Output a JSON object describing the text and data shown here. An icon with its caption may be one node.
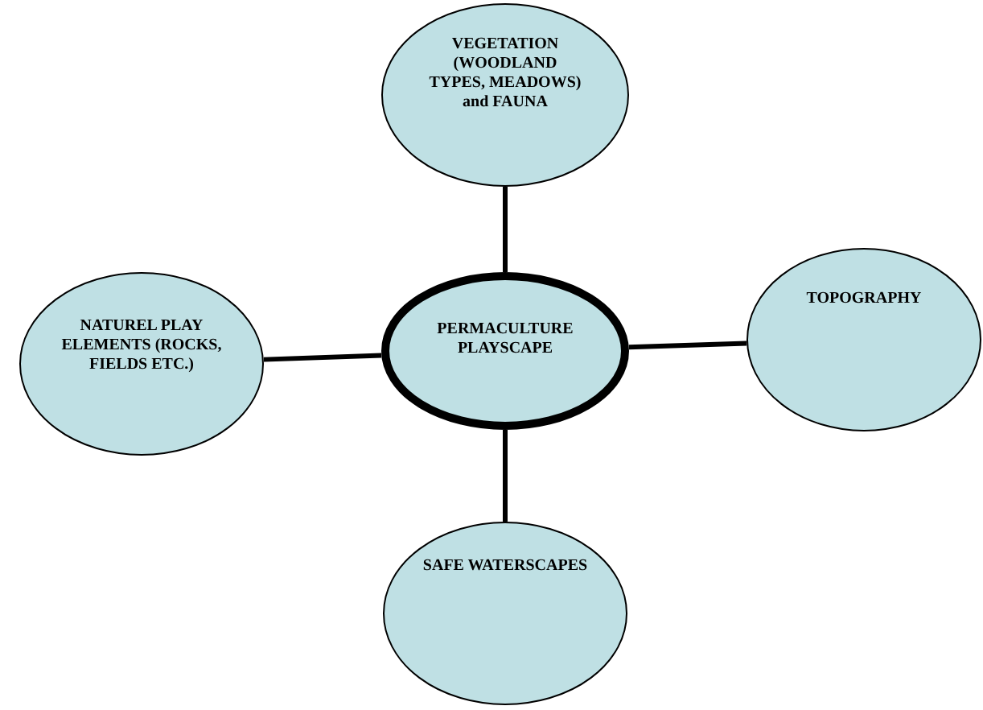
{
  "diagram": {
    "nodes": [
      {
        "text": [
          "VEGETATION (WOODLAND TYPES, MEADOWS) and FAUNA"
        ]
      },
      {
        "text": [
          "NATUREL PLAY ELEMENTS (ROCKS, FIELDS ETC.)"
        ]
      },
      {
        "text": [
          "PERMACULTURE PLAYSCAPE"
        ]
      },
      {
        "text": [
          "TOPOGRAPHY"
        ]
      },
      {
        "text": [
          "SAFE WATERSCAPES"
        ]
      }
    ],
    "edges": [
      {
        "from": 2,
        "to": 0,
        "arrow": "none"
      },
      {
        "from": 2,
        "to": 1,
        "arrow": "none"
      },
      {
        "from": 2,
        "to": 3,
        "arrow": "none"
      },
      {
        "from": 2,
        "to": 4,
        "arrow": "none"
      }
    ]
  }
}
